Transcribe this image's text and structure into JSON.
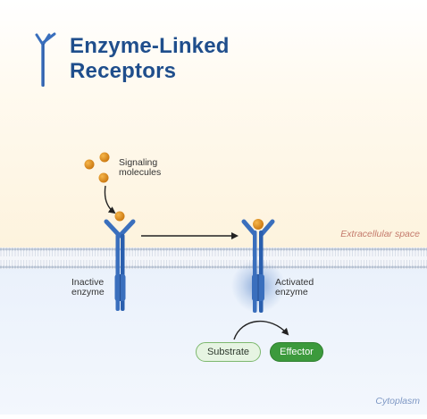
{
  "title": {
    "line1": "Enzyme-Linked",
    "line2": "Receptors"
  },
  "labels": {
    "signaling_line1": "Signaling",
    "signaling_line2": "molecules",
    "inactive_line1": "Inactive",
    "inactive_line2": "enzyme",
    "activated_line1": "Activated",
    "activated_line2": "enzyme",
    "extracellular": "Extracellular space",
    "cytoplasm": "Cytoplasm",
    "substrate": "Substrate",
    "effector": "Effector"
  },
  "colors": {
    "title": "#1f4e8c",
    "receptor": "#3a6fbd",
    "receptor_dark": "#1d4e9a",
    "ligand": "#e0901e",
    "membrane_head": "#b7c2d2",
    "extracellular_bg": "#fdf6e3",
    "cytoplasm_bg": "#eaf1fb",
    "substrate_fill": "#e6f4e2",
    "substrate_border": "#7db86e",
    "effector_fill": "#3c9a3c",
    "region_text_extra": "#c47b6c",
    "region_text_cyto": "#7d97c4"
  },
  "icons": [
    "receptor-icon",
    "ligand-molecule",
    "membrane",
    "arrow"
  ]
}
